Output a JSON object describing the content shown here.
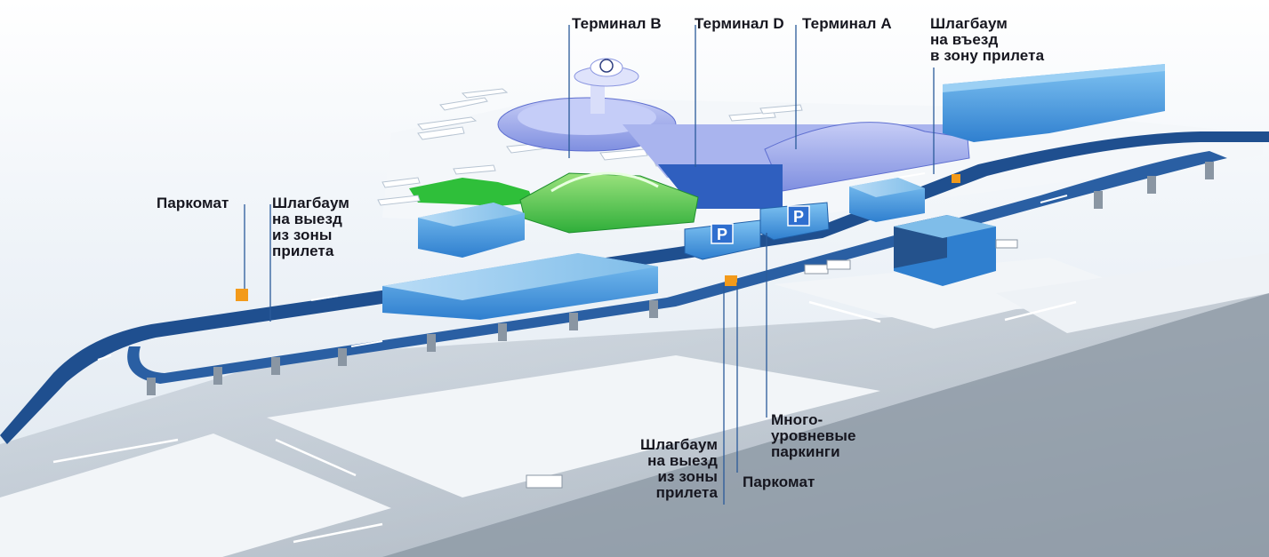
{
  "labels": {
    "terminal_b": "Терминал B",
    "terminal_d": "Терминал D",
    "terminal_a": "Терминал A",
    "barrier_entry": [
      "Шлагбаум",
      "на въезд",
      "в зону прилета"
    ],
    "parking_meter_left": "Паркомат",
    "barrier_exit_left": [
      "Шлагбаум",
      "на выезд",
      "из зоны",
      "прилета"
    ],
    "multilevel_parking": [
      "Много-",
      "уровневые",
      "паркинги"
    ],
    "barrier_exit_bottom": [
      "Шлагбаум",
      "на выезд",
      "из зоны",
      "прилета"
    ],
    "parking_meter_bottom": "Паркомат"
  },
  "signs": {
    "parking_letter": "P"
  },
  "colors": {
    "road": "#1f4f8f",
    "building": "#3f8fd6",
    "terminal_dome": "#7f8fe0",
    "terminal_green": "#3fbf3f",
    "ground": "#e9eef3",
    "asphalt": "#9aa3ad"
  }
}
